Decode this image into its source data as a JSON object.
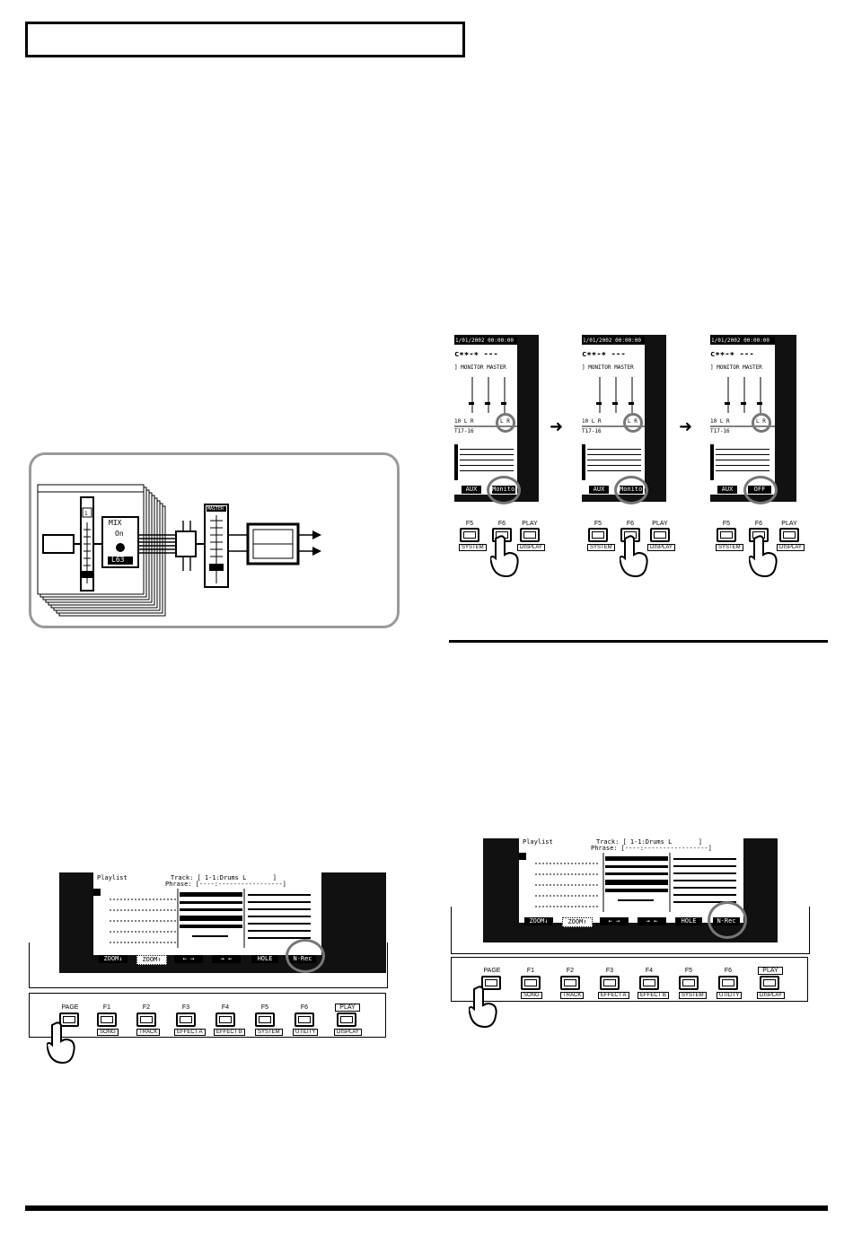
{
  "page": {
    "title_box_text": ""
  },
  "mixer_diagram": {
    "mix_label": "MIX",
    "on_label": "On",
    "pan_value": "L63",
    "master_label": "MASTER",
    "fader_number": "1"
  },
  "monitor_screens": [
    {
      "date_line": "1/01/2002 00:00:00",
      "header_line": "с∗∗-∗ ---",
      "meter_line": "] MONITOR MASTER",
      "lr_left": "10   L R",
      "lr_right": "L R",
      "track_line": "T17-16",
      "softkey_left": "AUX",
      "softkey_right": "Monitor",
      "button_f5": "F5",
      "button_f6": "F6",
      "button_play": "PLAY",
      "label_system": "SYSTEM",
      "label_display": "DISPLAY"
    },
    {
      "date_line": "1/01/2002 00:00:00",
      "header_line": "с∗∗-∗ ---",
      "meter_line": "] MONITOR MASTER",
      "lr_left": "10   L R",
      "lr_right": "L R",
      "track_line": "T17-16",
      "softkey_left": "AUX",
      "softkey_right": "Monitor",
      "button_f5": "F5",
      "button_f6": "F6",
      "button_play": "PLAY",
      "label_system": "SYSTEM",
      "label_display": "DISPLAY"
    },
    {
      "date_line": "1/01/2002 00:00:00",
      "header_line": "с∗∗-∗ ---",
      "meter_line": "] MONITOR MASTER",
      "lr_left": "10   L R",
      "lr_right": "L R",
      "track_line": "T17-16",
      "softkey_left": "AUX",
      "softkey_right": "OFF",
      "button_f5": "F5",
      "button_f6": "F6",
      "button_play": "PLAY",
      "label_system": "SYSTEM",
      "label_display": "DISPLAY"
    }
  ],
  "playlist_screens": [
    {
      "title": "Playlist",
      "track_line": "Track: [ 1-1:Drums L       ]",
      "phrase_line": "Phrase: [----:-----------------]",
      "softkeys": [
        "ZOOM↓",
        "ZOOM↑",
        "← →",
        "→ ←",
        "HOLE",
        "N-Rec"
      ],
      "button_page": "PAGE",
      "buttons": [
        "F1",
        "F2",
        "F3",
        "F4",
        "F5",
        "F6"
      ],
      "labels": [
        "SONG",
        "TRACK",
        "EFFECT A",
        "EFFECT B",
        "SYSTEM",
        "UTILITY"
      ],
      "play": "PLAY",
      "display": "DISPLAY"
    },
    {
      "title": "Playlist",
      "track_line": "Track: [ 1-1:Drums L       ]",
      "phrase_line": "Phrase: [----:-----------------]",
      "softkeys": [
        "ZOOM↓",
        "ZOOM↑",
        "← →",
        "→ ←",
        "HOLE",
        "N-Rec"
      ],
      "button_page": "PAGE",
      "buttons": [
        "F1",
        "F2",
        "F3",
        "F4",
        "F5",
        "F6"
      ],
      "labels": [
        "SONG",
        "TRACK",
        "EFFECT A",
        "EFFECT B",
        "SYSTEM",
        "UTILITY"
      ],
      "play": "PLAY",
      "display": "DISPLAY"
    }
  ]
}
